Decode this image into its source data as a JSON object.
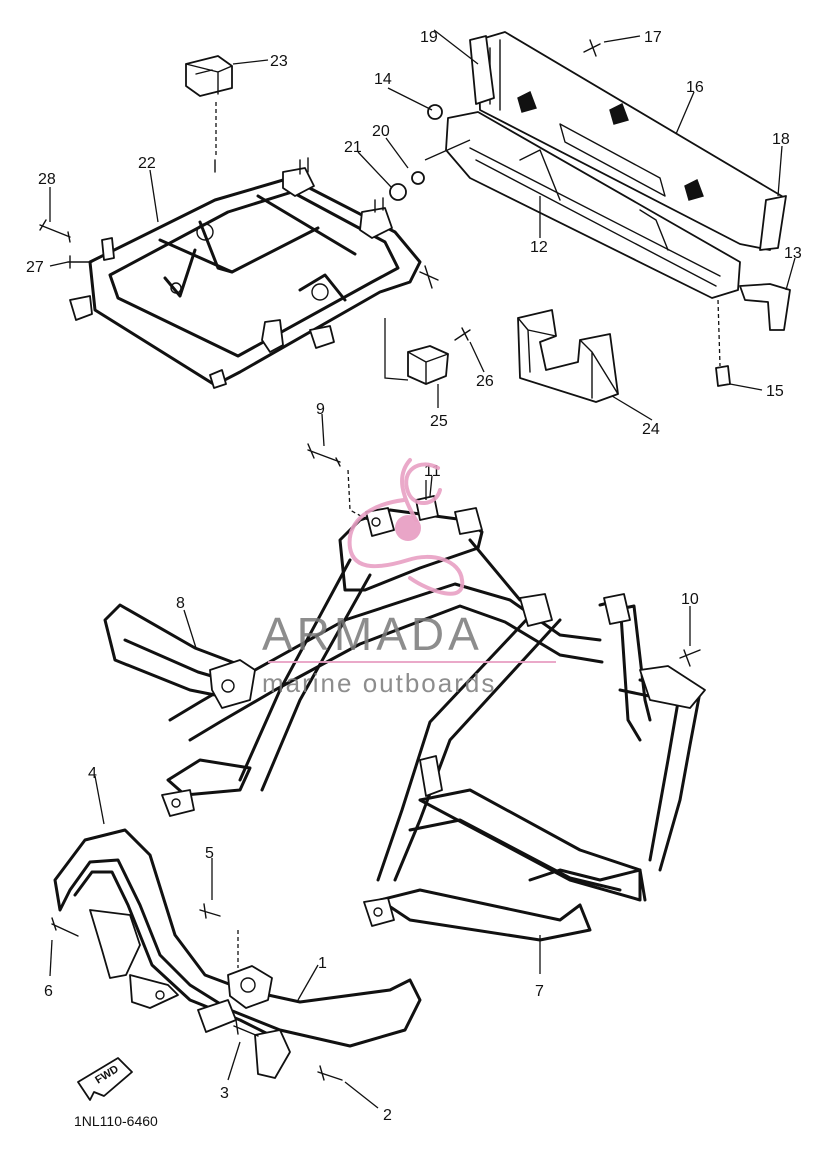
{
  "diagram_code": "1NL110-6460",
  "direction_marker": "FWD",
  "watermark": {
    "brand": "ARMADA",
    "tagline": "marine outboards",
    "accent_color": "#e8a0c4",
    "text_color": "#7a7a7a"
  },
  "callouts": [
    "1",
    "2",
    "3",
    "4",
    "5",
    "6",
    "7",
    "8",
    "9",
    "10",
    "11",
    "12",
    "13",
    "14",
    "15",
    "16",
    "17",
    "18",
    "19",
    "20",
    "21",
    "22",
    "23",
    "24",
    "25",
    "26",
    "27",
    "28"
  ]
}
